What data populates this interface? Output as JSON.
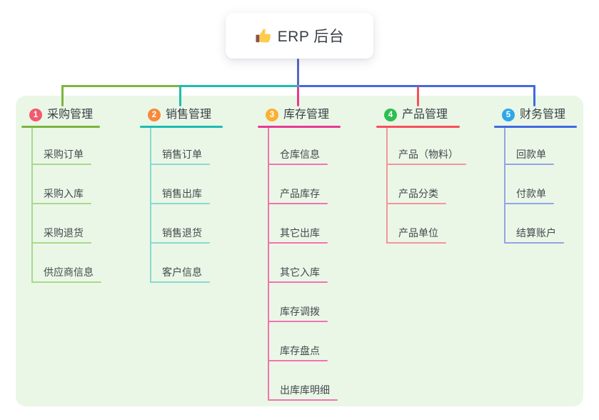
{
  "root": {
    "icon": "thumbs-up-icon",
    "title": "ERP 后台"
  },
  "colors": {
    "root_connector": "#5667C6",
    "panel_bg": "#EAF7E6",
    "text": "#393F46"
  },
  "branches": [
    {
      "badge": "1",
      "label": "采购管理",
      "badge_color": "#F25A70",
      "line_color": "#7CB53F",
      "light_color": "#A9D98B",
      "children": [
        "采购订单",
        "采购入库",
        "采购退货",
        "供应商信息"
      ]
    },
    {
      "badge": "2",
      "label": "销售管理",
      "badge_color": "#F78A3D",
      "line_color": "#1CBDB0",
      "light_color": "#8BD8D2",
      "children": [
        "销售订单",
        "销售出库",
        "销售退货",
        "客户信息"
      ]
    },
    {
      "badge": "3",
      "label": "库存管理",
      "badge_color": "#F9B132",
      "line_color": "#E83A96",
      "light_color": "#F272B4",
      "children": [
        "仓库信息",
        "产品库存",
        "其它出库",
        "其它入库",
        "库存调拨",
        "库存盘点",
        "出库库明细"
      ]
    },
    {
      "badge": "4",
      "label": "产品管理",
      "badge_color": "#2DBE53",
      "line_color": "#F8505C",
      "light_color": "#F5949B",
      "children": [
        "产品（物料）",
        "产品分类",
        "产品单位"
      ]
    },
    {
      "badge": "5",
      "label": "财务管理",
      "badge_color": "#2FA7E8",
      "line_color": "#4169E0",
      "light_color": "#92A5E8",
      "children": [
        "回款单",
        "付款单",
        "结算账户"
      ]
    }
  ]
}
